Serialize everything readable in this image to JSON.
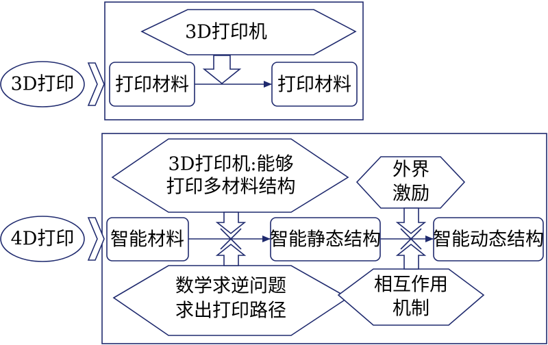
{
  "colors": {
    "stroke": "#1f2a6e",
    "background": "#ffffff",
    "text": "#000000"
  },
  "section_3d": {
    "label": "3D打印",
    "printer": "3D打印机",
    "input_material": "打印材料",
    "output_material": "打印材料"
  },
  "section_4d": {
    "label": "4D打印",
    "printer_line1": "3D打印机:能够",
    "printer_line2": "打印多材料结构",
    "stimulus_line1": "外界",
    "stimulus_line2": "激励",
    "smart_material": "智能材料",
    "static_structure": "智能静态结构",
    "dynamic_structure": "智能动态结构",
    "math_line1": "数学求逆问题",
    "math_line2": "求出打印路径",
    "interaction_line1": "相互作用",
    "interaction_line2": "机制"
  }
}
